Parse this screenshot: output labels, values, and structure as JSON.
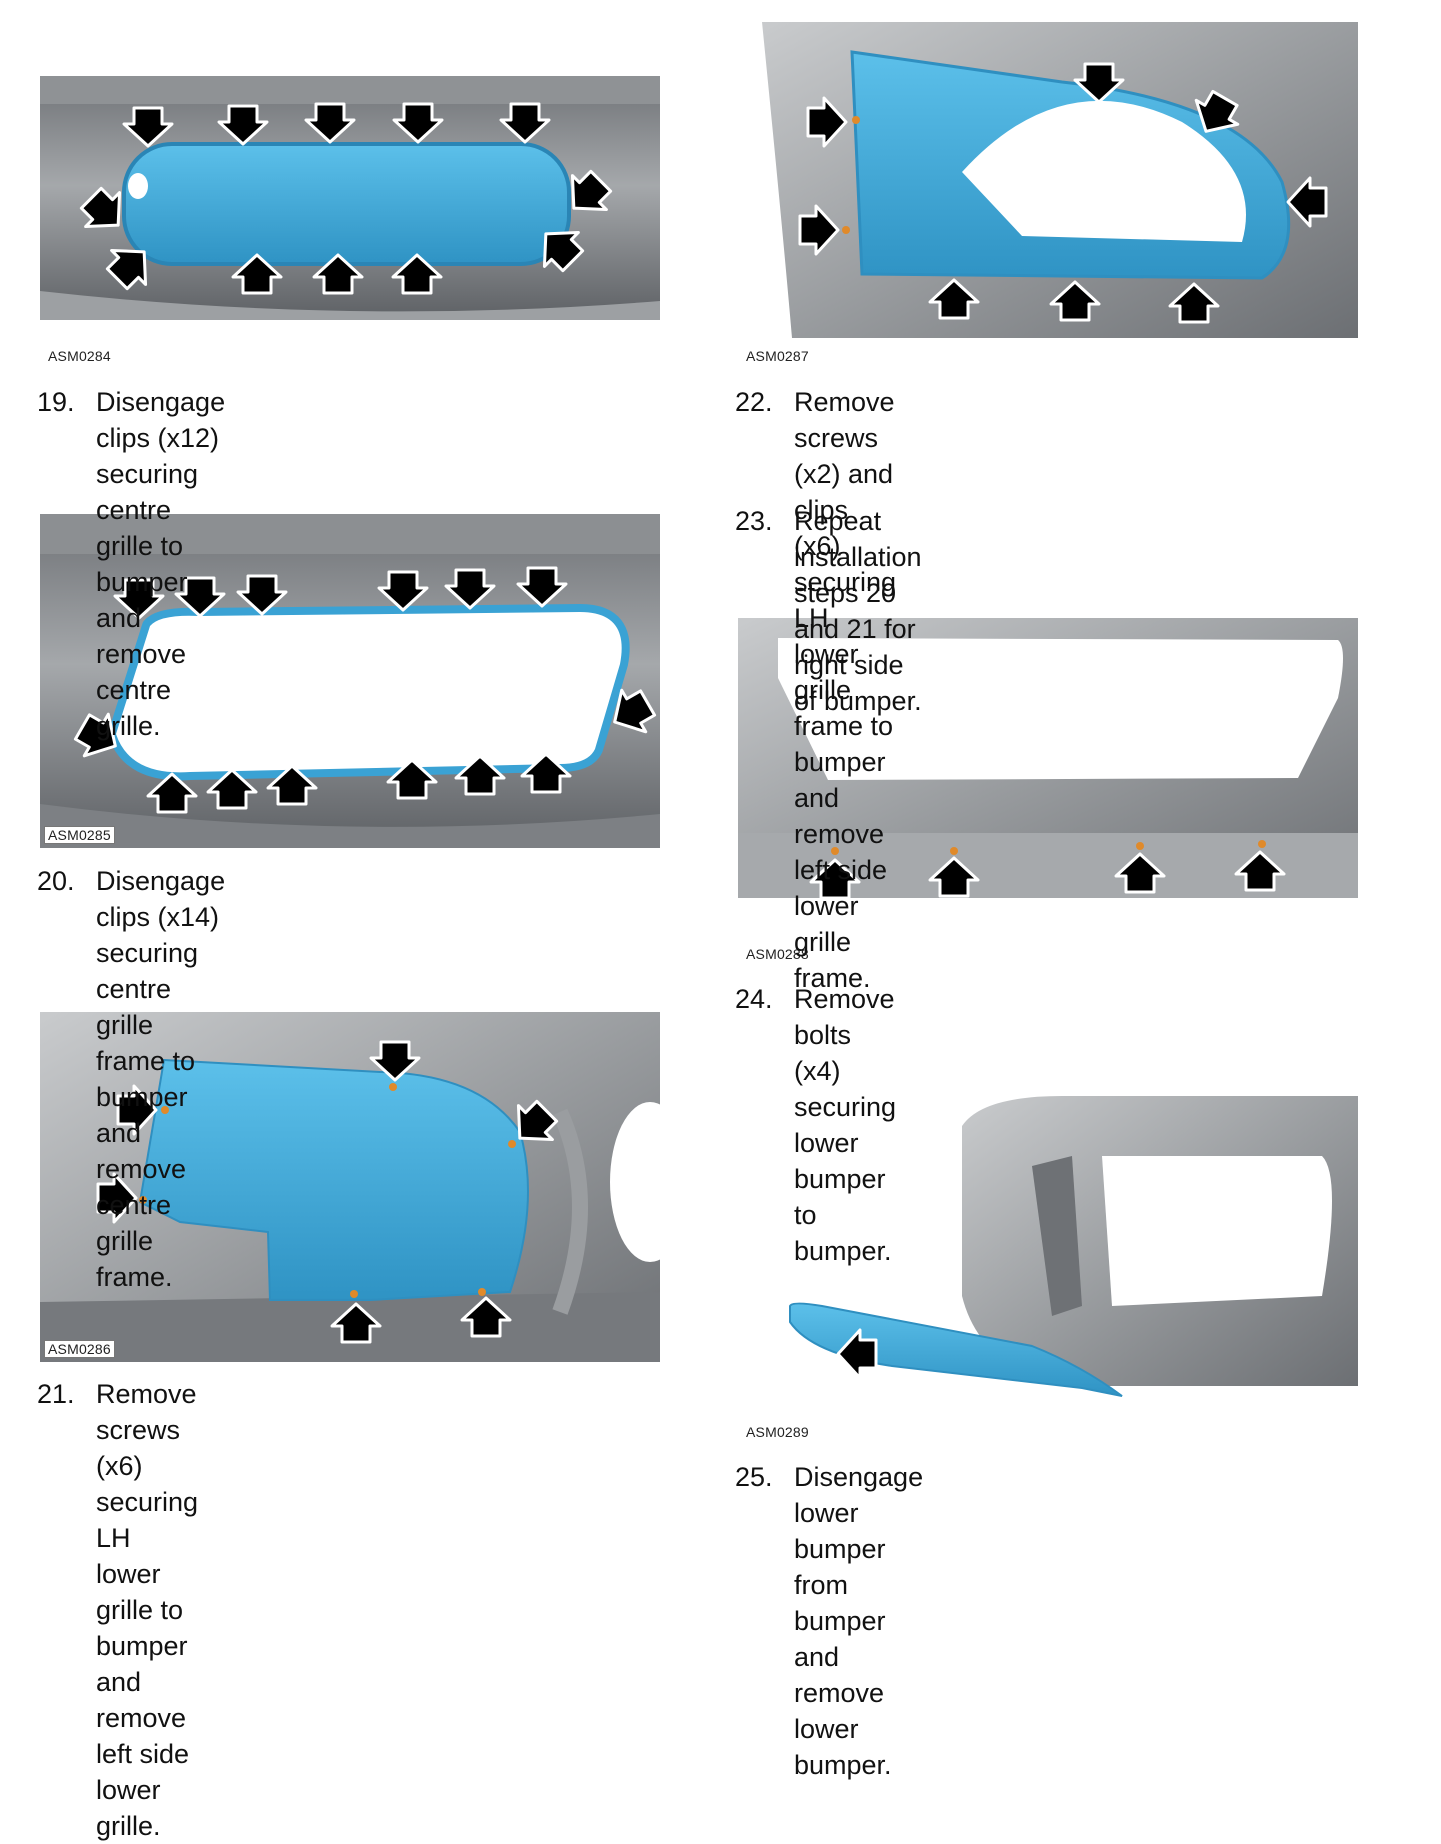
{
  "figures": [
    {
      "code": "ASM0284"
    },
    {
      "code": "ASM0285"
    },
    {
      "code": "ASM0286"
    },
    {
      "code": "ASM0287"
    },
    {
      "code": "ASM0288"
    },
    {
      "code": "ASM0289"
    }
  ],
  "steps": [
    {
      "num": "19.",
      "lines": [
        "Disengage clips (x12) securing centre",
        "grille to bumper and remove centre grille."
      ]
    },
    {
      "num": "20.",
      "lines": [
        "Disengage clips (x14) securing centre",
        "grille frame to bumper and remove centre",
        "grille frame."
      ]
    },
    {
      "num": "21.",
      "lines": [
        "Remove screws (x6) securing LH lower",
        "grille to bumper and remove left side lower",
        "grille."
      ]
    },
    {
      "num": "22.",
      "lines": [
        "Remove screws (x2) and clips (x6)",
        "securing LH lower grille frame to bumper",
        "and remove left side lower grille frame."
      ]
    },
    {
      "num": "23.",
      "lines": [
        "Repeat installation steps 20 and 21 for",
        "right side of bumper."
      ]
    },
    {
      "num": "24.",
      "lines": [
        "Remove bolts (x4) securing lower bumper",
        "to bumper."
      ]
    },
    {
      "num": "25.",
      "lines": [
        "Disengage lower bumper from bumper",
        "and remove lower bumper."
      ]
    }
  ],
  "colors": {
    "part": "#3fa7d6",
    "bumper": "#8a8d91",
    "arrow": "#000000",
    "fastener": "#e08a2a"
  },
  "icons": [
    "removal-arrow-icon",
    "fastener-dot-icon"
  ]
}
